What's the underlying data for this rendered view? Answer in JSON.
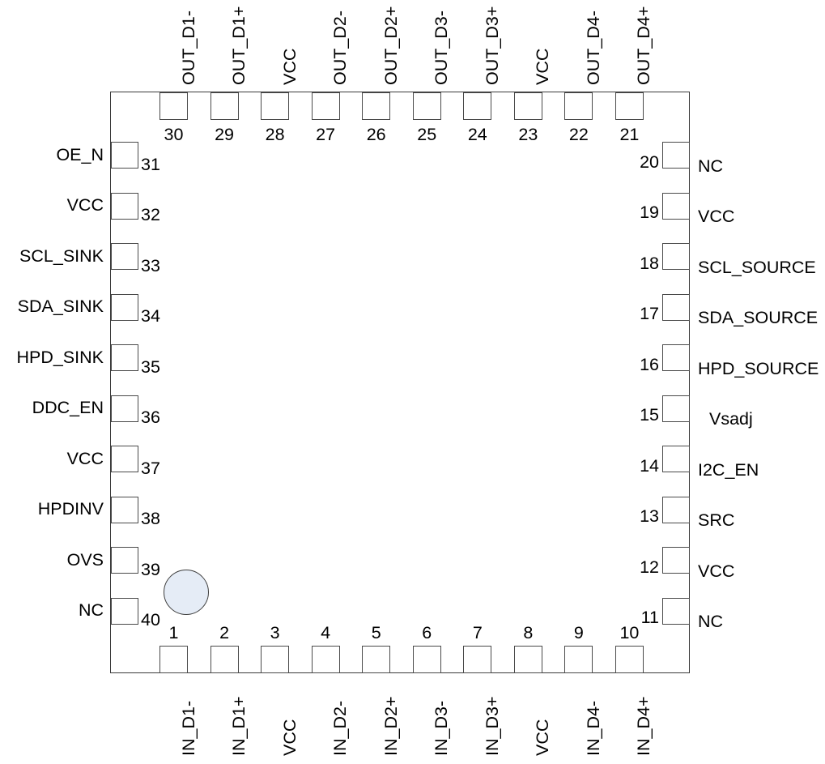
{
  "diagram": {
    "kind": "package-pinout",
    "pin_count": 40,
    "colors": {
      "outline": "#3a3a3a",
      "pad_outline": "#4a4a4a",
      "pin1_fill": "#e5ecf6",
      "text": "#000000",
      "background": "#ffffff"
    },
    "top_row": [
      {
        "number": "30",
        "label": "OUT_D1-"
      },
      {
        "number": "29",
        "label": "OUT_D1+"
      },
      {
        "number": "28",
        "label": "VCC"
      },
      {
        "number": "27",
        "label": "OUT_D2-"
      },
      {
        "number": "26",
        "label": "OUT_D2+"
      },
      {
        "number": "25",
        "label": "OUT_D3-"
      },
      {
        "number": "24",
        "label": "OUT_D3+"
      },
      {
        "number": "23",
        "label": "VCC"
      },
      {
        "number": "22",
        "label": "OUT_D4-"
      },
      {
        "number": "21",
        "label": "OUT_D4+"
      }
    ],
    "left_col": [
      {
        "number": "31",
        "label": "OE_N"
      },
      {
        "number": "32",
        "label": "VCC"
      },
      {
        "number": "33",
        "label": "SCL_SINK"
      },
      {
        "number": "34",
        "label": "SDA_SINK"
      },
      {
        "number": "35",
        "label": "HPD_SINK"
      },
      {
        "number": "36",
        "label": "DDC_EN"
      },
      {
        "number": "37",
        "label": "VCC"
      },
      {
        "number": "38",
        "label": "HPDINV"
      },
      {
        "number": "39",
        "label": "OVS"
      },
      {
        "number": "40",
        "label": "NC"
      }
    ],
    "right_col": [
      {
        "number": "20",
        "label": "NC"
      },
      {
        "number": "19",
        "label": "VCC"
      },
      {
        "number": "18",
        "label": "SCL_SOURCE"
      },
      {
        "number": "17",
        "label": "SDA_SOURCE"
      },
      {
        "number": "16",
        "label": "HPD_SOURCE"
      },
      {
        "number": "15",
        "label": "Vsadj"
      },
      {
        "number": "14",
        "label": "I2C_EN"
      },
      {
        "number": "13",
        "label": "SRC"
      },
      {
        "number": "12",
        "label": "VCC"
      },
      {
        "number": "11",
        "label": "NC"
      }
    ],
    "bottom_row": [
      {
        "number": "1",
        "label": "IN_D1-"
      },
      {
        "number": "2",
        "label": "IN_D1+"
      },
      {
        "number": "3",
        "label": "VCC"
      },
      {
        "number": "4",
        "label": "IN_D2-"
      },
      {
        "number": "5",
        "label": "IN_D2+"
      },
      {
        "number": "6",
        "label": "IN_D3-"
      },
      {
        "number": "7",
        "label": "IN_D3+"
      },
      {
        "number": "8",
        "label": "VCC"
      },
      {
        "number": "9",
        "label": "IN_D4-"
      },
      {
        "number": "10",
        "label": "IN_D4+"
      }
    ]
  }
}
